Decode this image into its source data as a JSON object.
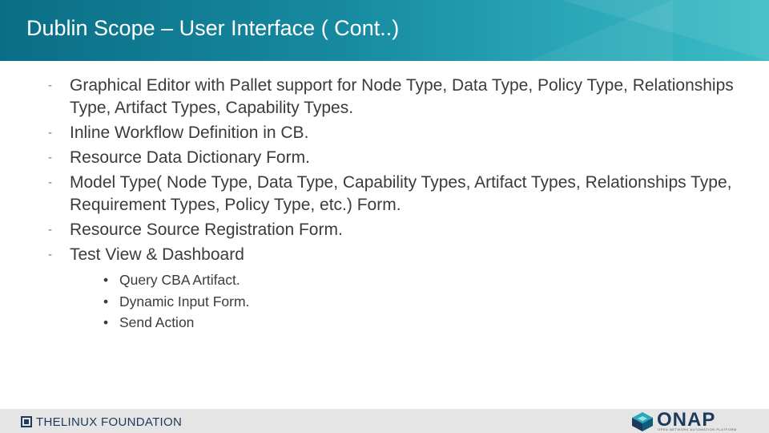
{
  "header": {
    "title": "Dublin Scope – User Interface ( Cont..)"
  },
  "bullet_marker": "-",
  "sub_marker": "•",
  "items": [
    {
      "text": "Graphical Editor with Pallet support for Node Type, Data Type, Policy Type, Relationships Type, Artifact Types, Capability Types."
    },
    {
      "text": "Inline Workflow Definition in CB."
    },
    {
      "text": "Resource Data Dictionary Form."
    },
    {
      "text": "Model Type( Node Type, Data Type, Capability Types, Artifact Types, Relationships Type, Requirement Types, Policy Type, etc.) Form."
    },
    {
      "text": "Resource Source Registration Form."
    },
    {
      "text": "Test View & Dashboard"
    }
  ],
  "subitems": [
    {
      "text": "Query CBA Artifact."
    },
    {
      "text": "Dynamic Input Form."
    },
    {
      "text": "Send Action"
    }
  ],
  "footer": {
    "left_logo_text": "THELINUX FOUNDATION",
    "right_logo_text": "ONAP",
    "right_logo_tagline": "OPEN NETWORK AUTOMATION PLATFORM",
    "colors": {
      "header": "#178aa0",
      "footer": "#e5e5e5",
      "logo": "#1b3a5c"
    }
  }
}
